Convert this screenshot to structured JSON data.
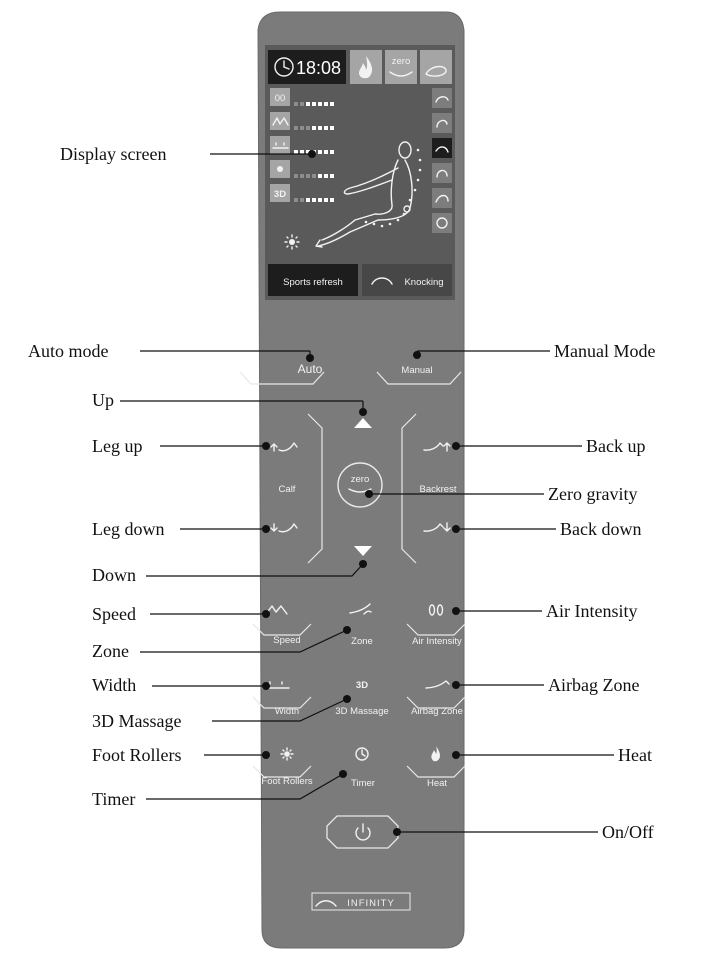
{
  "screen": {
    "time": "18:08",
    "zero_label": "zero",
    "bottom_left": "Sports refresh",
    "bottom_right": "Knocking"
  },
  "buttons": {
    "auto": "Auto",
    "manual": "Manual",
    "calf": "Calf",
    "backrest": "Backrest",
    "zero": "zero",
    "speed": "Speed",
    "zone": "Zone",
    "air_intensity": "Air Intensity",
    "three_d_icon": "3D",
    "width": "Width",
    "three_d_massage": "3D Massage",
    "airbag_zone": "Airbag Zone",
    "foot_rollers": "Foot Rollers",
    "timer": "Timer",
    "heat": "Heat"
  },
  "brand": "INFINITY",
  "callouts": {
    "display_screen": "Display screen",
    "auto_mode": "Auto mode",
    "manual_mode": "Manual Mode",
    "up": "Up",
    "leg_up": "Leg up",
    "back_up": "Back up",
    "zero_gravity": "Zero gravity",
    "leg_down": "Leg down",
    "back_down": "Back down",
    "down": "Down",
    "speed": "Speed",
    "air_intensity": "Air Intensity",
    "zone": "Zone",
    "width": "Width",
    "airbag_zone": "Airbag Zone",
    "three_d_massage": "3D  Massage",
    "foot_rollers": "Foot Rollers",
    "heat": "Heat",
    "timer": "Timer",
    "on_off": "On/Off"
  },
  "colors": {
    "remote_body": "#7b7b7b",
    "screen_bg": "#595959",
    "screen_dark": "#1f1f1f",
    "icon_tile": "#a5a5a5",
    "line": "#111111"
  }
}
